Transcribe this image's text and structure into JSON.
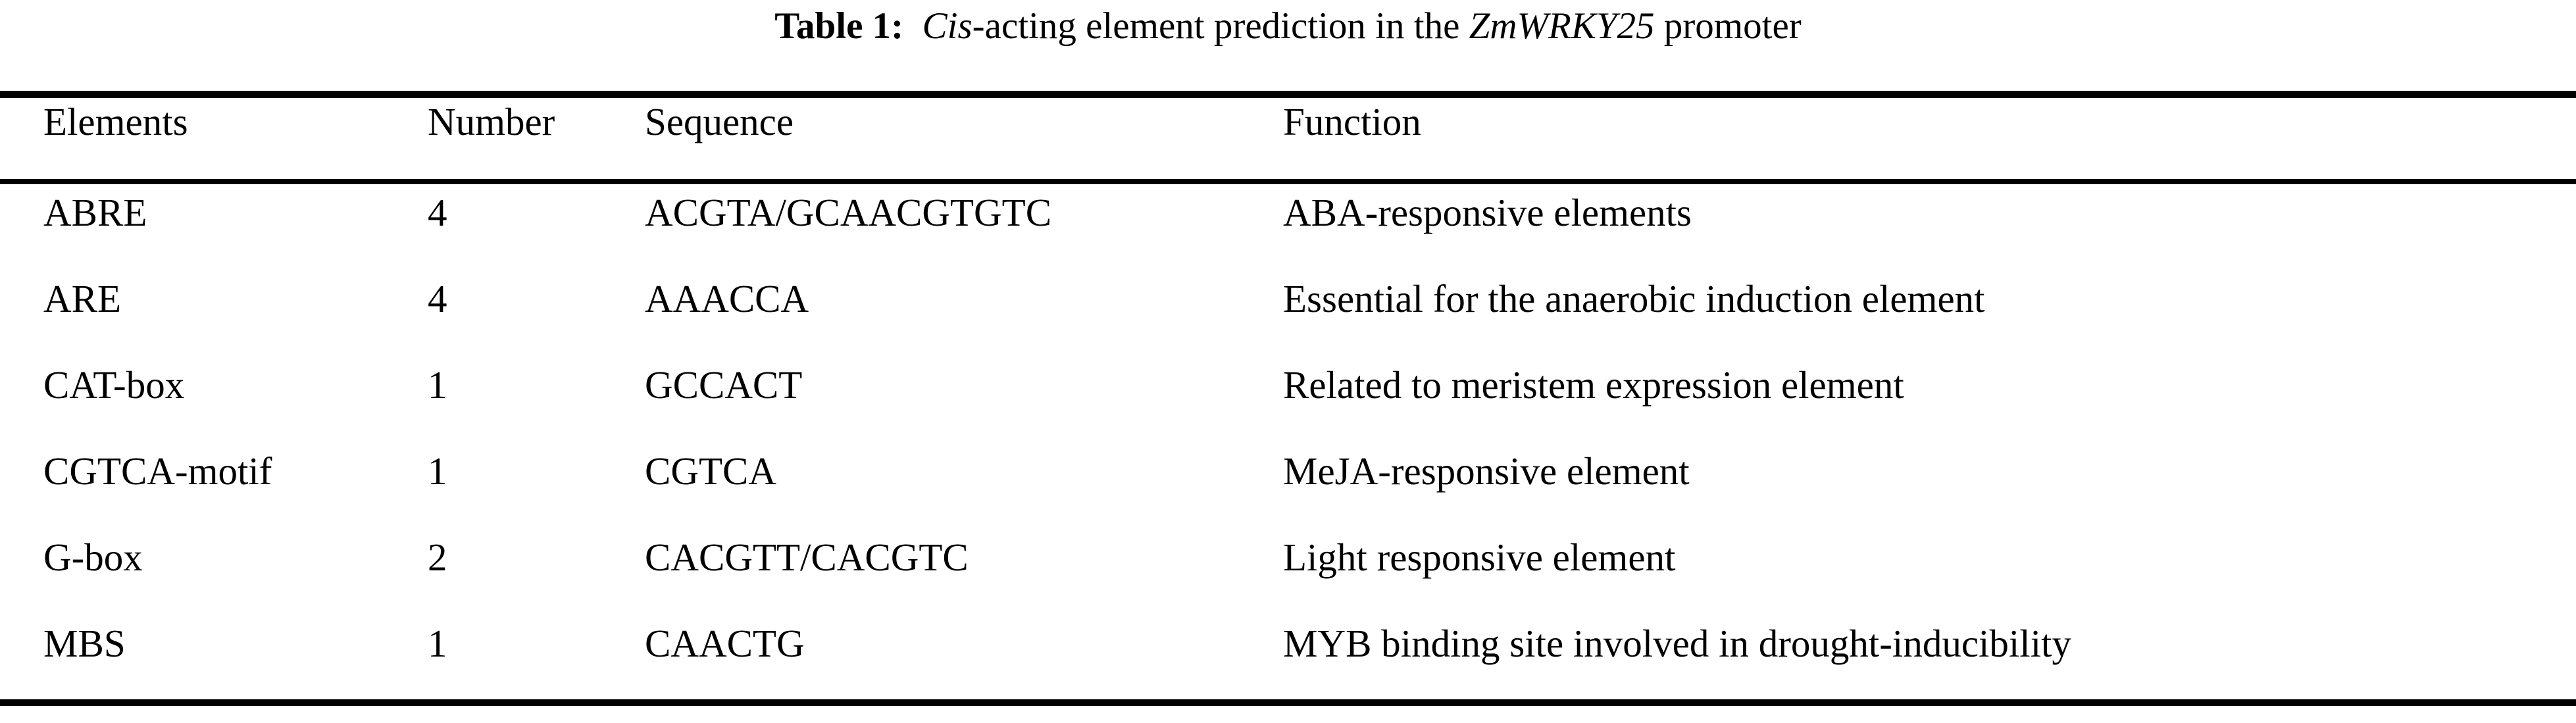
{
  "caption": {
    "label": "Table 1:",
    "part_italic_1": "Cis",
    "part_plain_1": "-acting element prediction in the ",
    "part_italic_2": "ZmWRKY25",
    "part_plain_2": " promoter"
  },
  "table": {
    "columns": [
      "Elements",
      "Number",
      "Sequence",
      "Function"
    ],
    "rows": [
      {
        "element": "ABRE",
        "number": "4",
        "sequence": "ACGTA/GCAACGTGTC",
        "function": "ABA-responsive elements"
      },
      {
        "element": "ARE",
        "number": "4",
        "sequence": "AAACCA",
        "function": "Essential for the anaerobic induction element"
      },
      {
        "element": "CAT-box",
        "number": "1",
        "sequence": "GCCACT",
        "function": "Related to meristem expression element"
      },
      {
        "element": "CGTCA-motif",
        "number": "1",
        "sequence": "CGTCA",
        "function": "MeJA-responsive element"
      },
      {
        "element": "G-box",
        "number": "2",
        "sequence": "CACGTT/CACGTC",
        "function": "Light responsive element"
      },
      {
        "element": "MBS",
        "number": "1",
        "sequence": "CAACTG",
        "function": "MYB binding site involved in drought-inducibility"
      }
    ]
  },
  "colors": {
    "text": "#000000",
    "background": "#ffffff",
    "rule": "#000000"
  }
}
